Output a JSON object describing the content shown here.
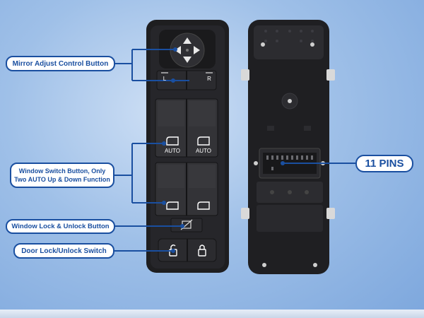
{
  "callouts": {
    "mirror": "Mirror Adjust Control Button",
    "window": "Window Switch Button, Only Two AUTO Up & Down Function",
    "lock": "Window Lock & Unlock Button",
    "door": "Door Lock/Unlock Switch",
    "pins": "11 PINS"
  },
  "switch_labels": {
    "left": "L",
    "right": "R",
    "auto_left": "AUTO",
    "auto_right": "AUTO"
  },
  "colors": {
    "accent": "#1a4fa0",
    "background": "#9fc0e8",
    "panel": "#1e1e20"
  },
  "icons": {
    "mirror_pad": "four-way-arrow-icon",
    "window_up": "window-icon",
    "window_lock": "window-lock-icon",
    "door_unlock": "unlocked-padlock-icon",
    "door_lock": "locked-padlock-icon"
  }
}
